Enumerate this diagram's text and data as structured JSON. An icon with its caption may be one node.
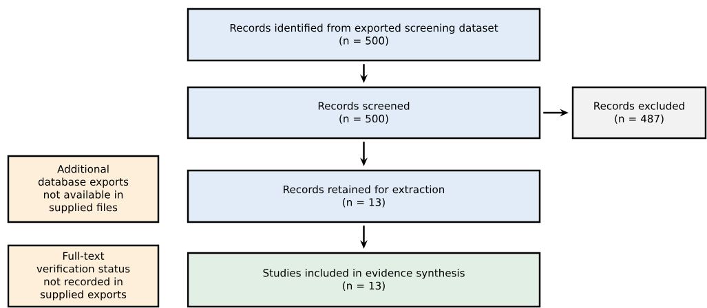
{
  "diagram": {
    "nodes": [
      {
        "text": [
          "Records identified from exported screening dataset",
          "(n = 500)"
        ]
      },
      {
        "text": [
          "Records screened",
          "(n = 500)"
        ]
      },
      {
        "text": [
          "Records excluded",
          "(n = 487)"
        ]
      },
      {
        "text": [
          "Additional database exports not available in supplied files"
        ]
      },
      {
        "text": [
          "Records retained for extraction",
          "(n = 13)"
        ]
      },
      {
        "text": [
          "Full-text verification status not recorded in supplied exports"
        ]
      },
      {
        "text": [
          "Studies included in evidence synthesis",
          "(n = 13)"
        ]
      }
    ],
    "edges": [
      {
        "from": 0,
        "to": 1,
        "arrow": "to"
      },
      {
        "from": 1,
        "to": 2,
        "arrow": "to"
      },
      {
        "from": 1,
        "to": 4,
        "arrow": "to"
      },
      {
        "from": 4,
        "to": 6,
        "arrow": "to"
      }
    ]
  }
}
